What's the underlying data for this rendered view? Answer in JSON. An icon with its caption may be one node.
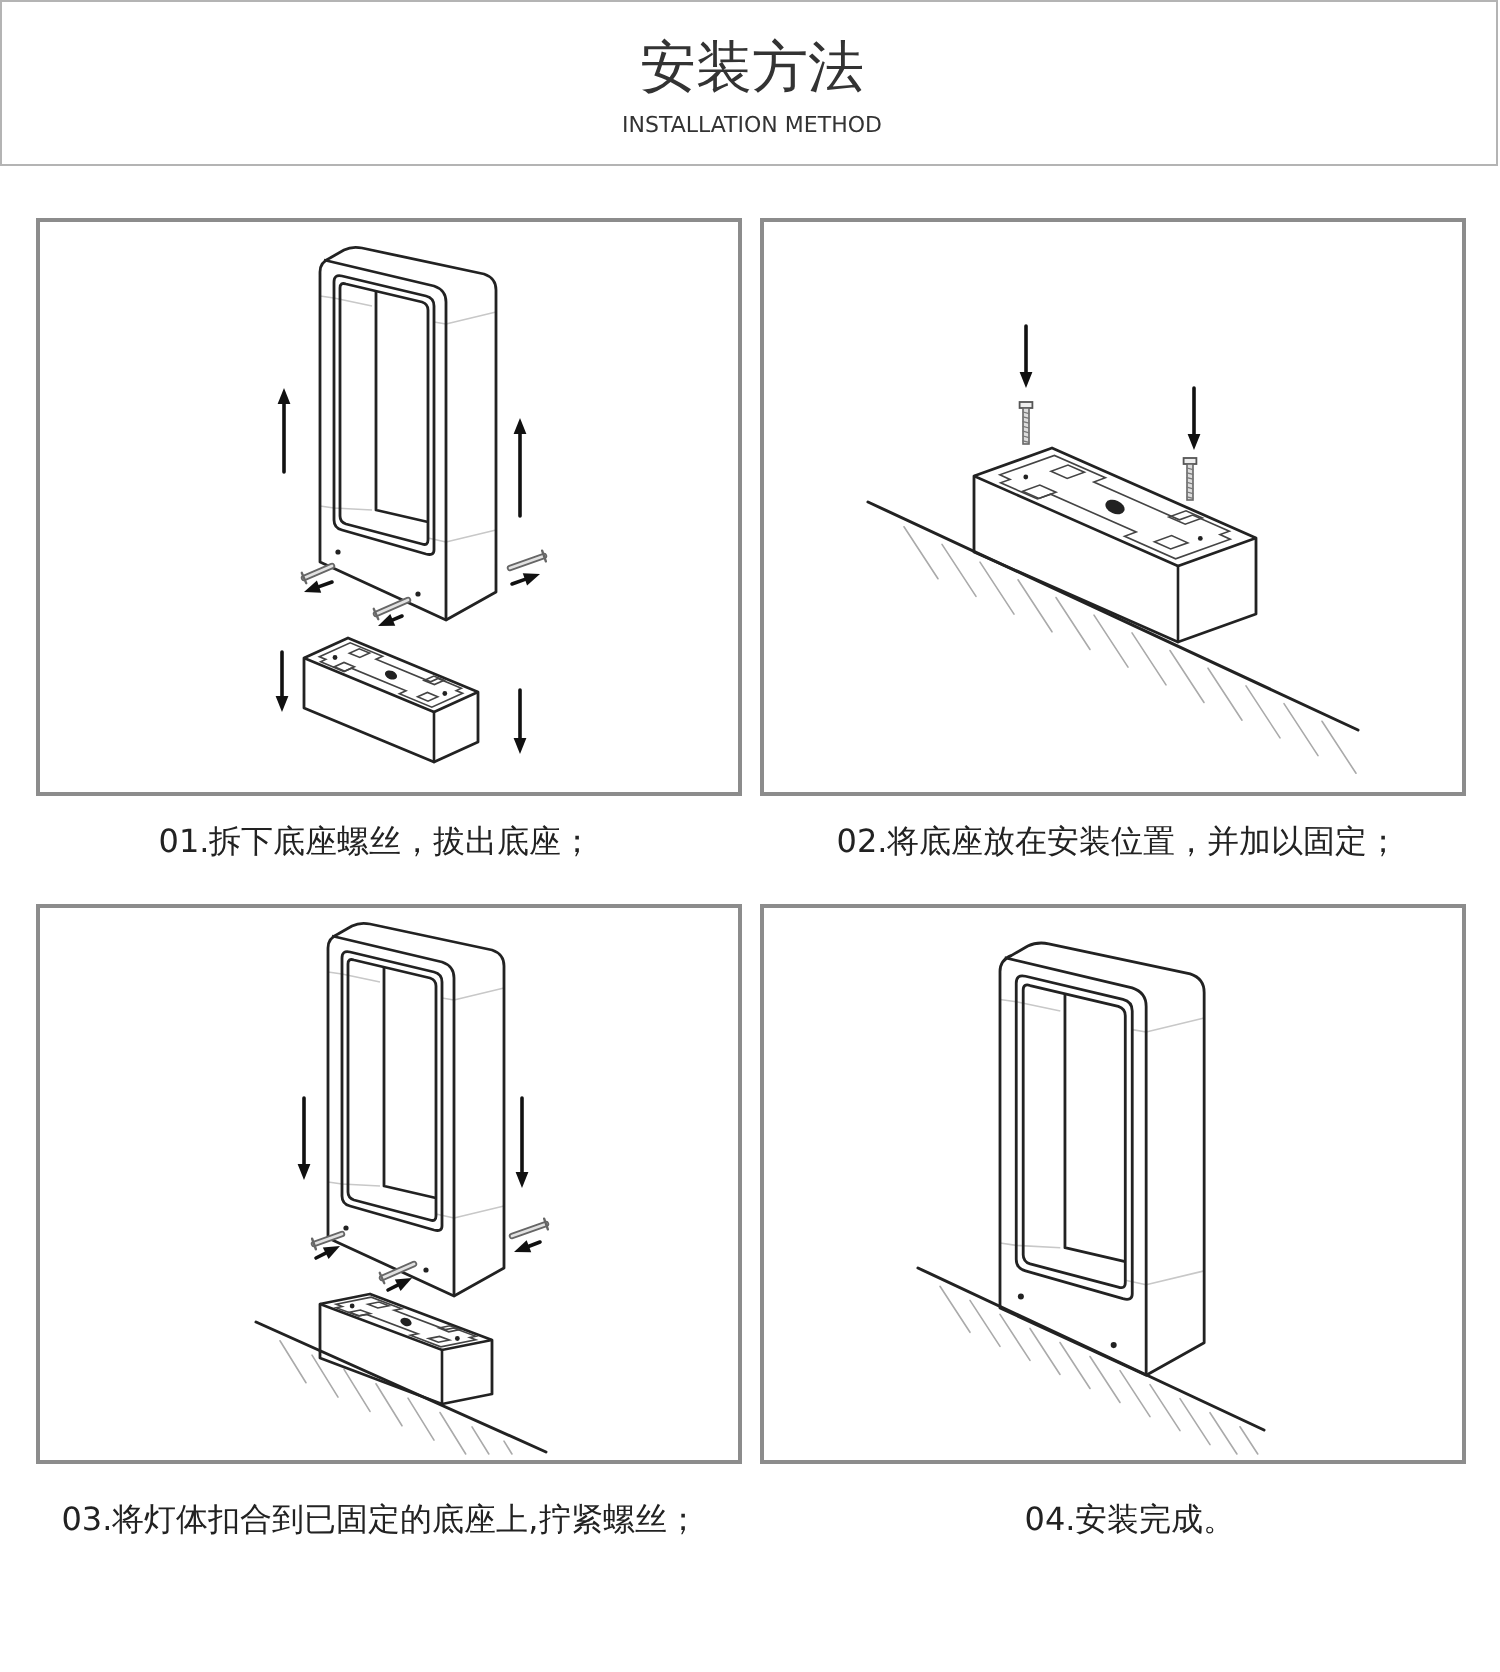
{
  "diagram": {
    "title": "安装方法",
    "labels": [
      "INSTALLATION METHOD",
      "01.拆下底座螺丝，拔出底座；",
      "02.将底座放在安装位置，并加以固定；",
      "03.将灯体扣合到已固定的底座上,拧紧螺丝；",
      "04.安装完成。"
    ]
  }
}
